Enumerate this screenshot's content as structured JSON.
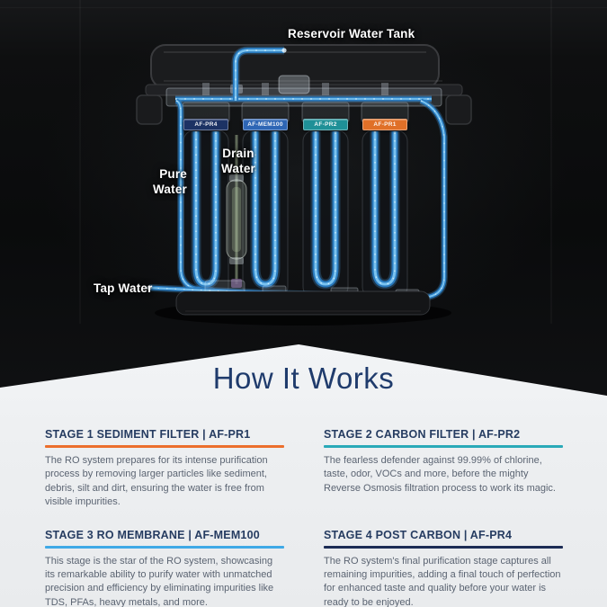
{
  "scene": {
    "labels": {
      "reservoir": "Reservoir Water Tank",
      "pure": "Pure\nWater",
      "drain": "Drain\nWater",
      "tap": "Tap Water"
    },
    "filters": [
      {
        "code": "AF-PR4",
        "color": "#1c3264"
      },
      {
        "code": "AF-MEM100",
        "color": "#2e66b5"
      },
      {
        "code": "AF-PR2",
        "color": "#1f9097"
      },
      {
        "code": "AF-PR1",
        "color": "#e07028"
      }
    ],
    "tube_color": "#2879bd"
  },
  "how_it_works": {
    "title": "How It Works",
    "stages": [
      {
        "heading": "STAGE 1 SEDIMENT FILTER | AF-PR1",
        "accent": "#ec6f2d",
        "body": "The RO system prepares for its intense purification process by removing larger particles like sediment, debris, silt and dirt, ensuring the water is free from visible impurities."
      },
      {
        "heading": "STAGE 2 CARBON FILTER | AF-PR2",
        "accent": "#2aa9b8",
        "body": "The fearless defender against 99.99% of chlorine, taste, odor, VOCs and more, before the mighty Reverse Osmosis filtration process to work its magic."
      },
      {
        "heading": "STAGE 3 RO MEMBRANE | AF-MEM100",
        "accent": "#3fa9e6",
        "body": "This stage is the star of the RO system, showcasing its remarkable ability to purify water with unmatched precision and efficiency by eliminating impurities like TDS, PFAs, heavy metals, and more."
      },
      {
        "heading": "STAGE 4 POST CARBON | AF-PR4",
        "accent": "#1c2c55",
        "body": "The RO system's final purification stage captures all remaining impurities, adding a final touch of perfection for enhanced taste and quality before your water is ready to be enjoyed."
      }
    ]
  }
}
